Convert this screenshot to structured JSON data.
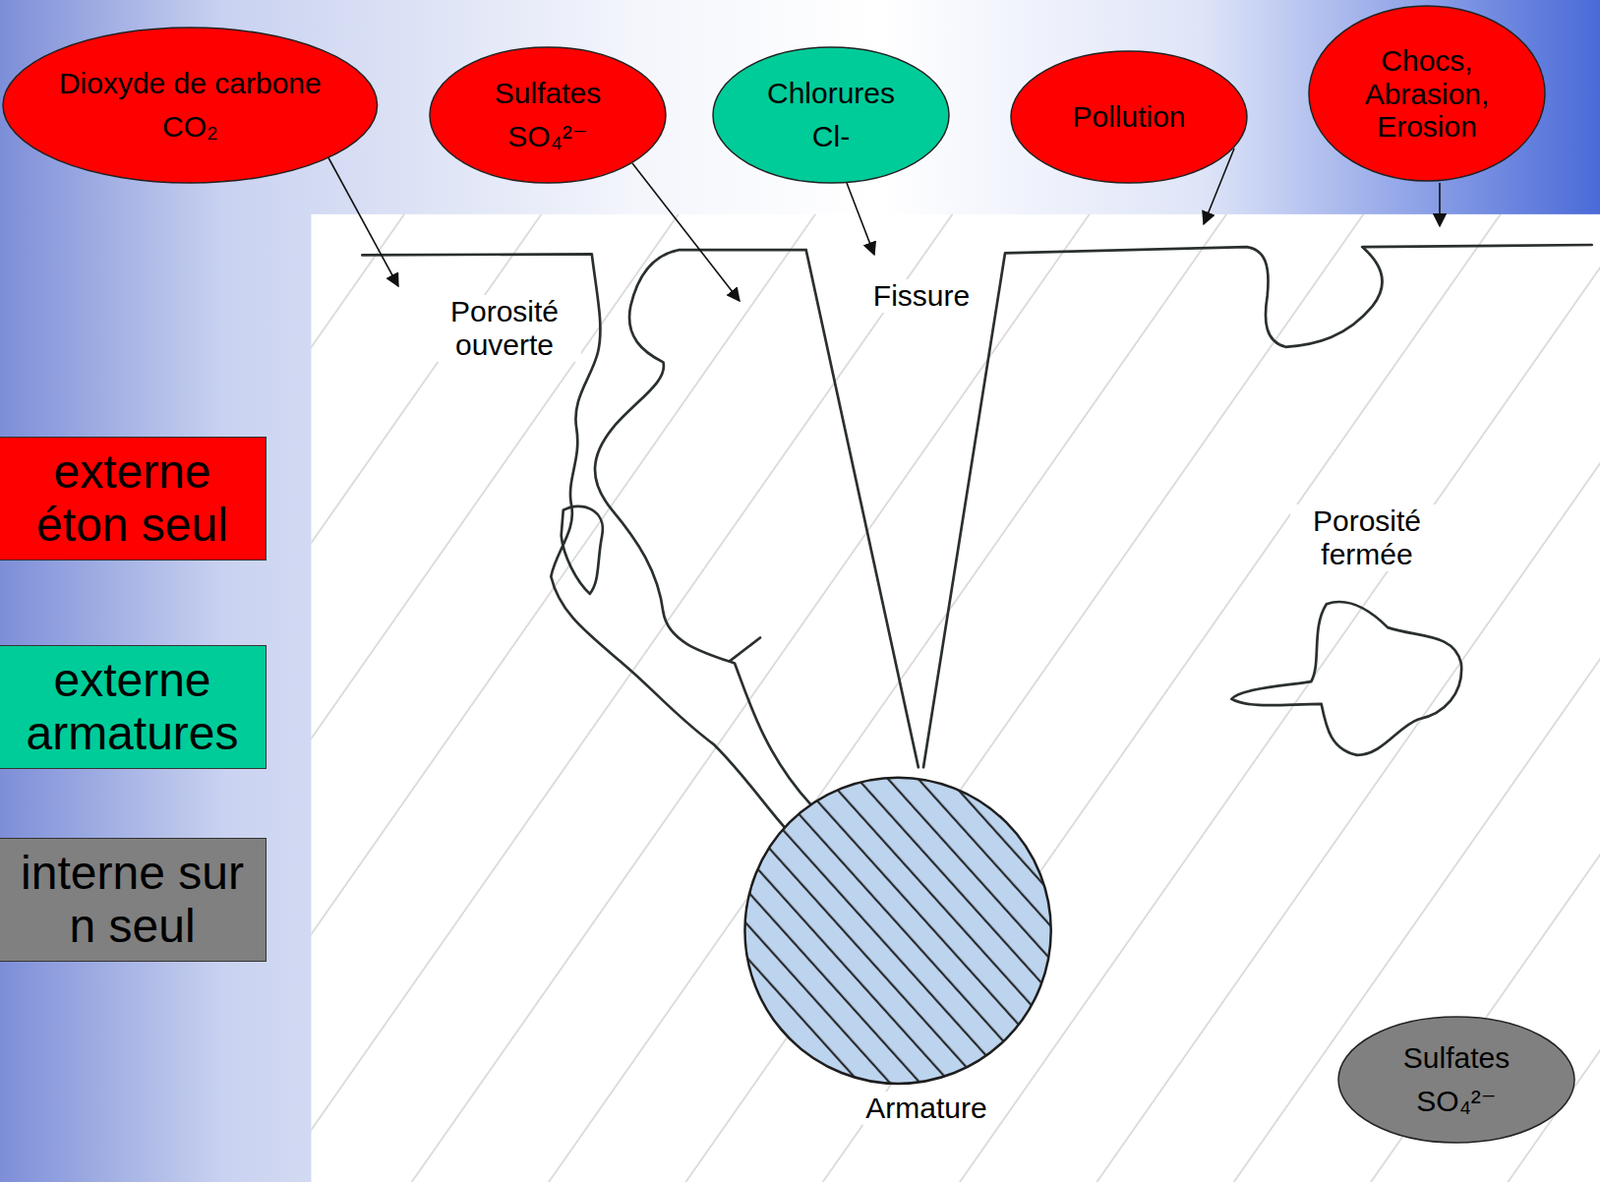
{
  "diagram": {
    "nodes": [
      {
        "text": [
          "Dioxyde de carbone",
          "CO₂"
        ]
      },
      {
        "text": [
          "Sulfates",
          "SO₄²⁻"
        ]
      },
      {
        "text": [
          "Chlorures",
          "Cl-"
        ]
      },
      {
        "text": [
          "Pollution"
        ]
      },
      {
        "text": [
          "Chocs, Abrasion, Erosion"
        ]
      },
      {
        "text": [
          "externe éton seul"
        ]
      },
      {
        "text": [
          "externe armatures"
        ]
      },
      {
        "text": [
          "interne sur n seul"
        ]
      },
      {
        "text": [
          "Sulfates",
          "SO₄²⁻"
        ]
      }
    ],
    "labels": [
      "Porosité ouverte",
      "Fissure",
      "Porosité fermée",
      "Armature"
    ]
  }
}
